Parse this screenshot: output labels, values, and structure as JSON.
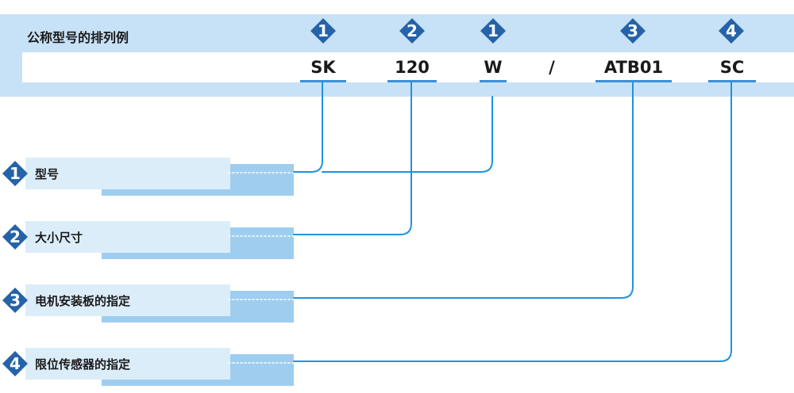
{
  "header": {
    "title": "公称型号的排列例",
    "codes": [
      {
        "text": "SK",
        "badge": "1"
      },
      {
        "text": "120",
        "badge": "2"
      },
      {
        "text": "W",
        "badge": "1"
      },
      {
        "text": "/",
        "badge": ""
      },
      {
        "text": "ATB01",
        "badge": "3"
      },
      {
        "text": "SC",
        "badge": "4"
      }
    ]
  },
  "items": [
    {
      "number": "1",
      "label": "型号"
    },
    {
      "number": "2",
      "label": "大小尺寸"
    },
    {
      "number": "3",
      "label": "电机安装板的指定"
    },
    {
      "number": "4",
      "label": "限位传感器的指定"
    }
  ],
  "colors": {
    "band": "#c7e1f6",
    "badge": "#2563a8",
    "line": "#1f93dc",
    "item_box": "#dcedfa",
    "item_shadow": "#9fcdf0"
  }
}
